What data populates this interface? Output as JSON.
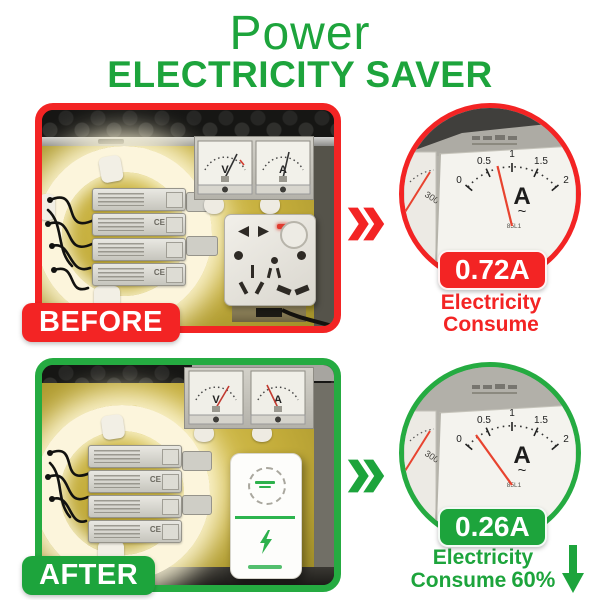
{
  "title": {
    "line1": "Power",
    "line2": "ELECTRICITY SAVER"
  },
  "colors": {
    "red": "#f32424",
    "green": "#1da43c"
  },
  "before": {
    "label": "BEFORE",
    "badge": "0.72A",
    "caption_line1": "Electricity",
    "caption_line2": "Consume"
  },
  "after": {
    "label": "AFTER",
    "badge": "0.26A",
    "caption_line1": "Electricity",
    "caption_line2": "Consume",
    "caption_percent": "60%"
  },
  "meter_closeup": {
    "ticks": [
      "0",
      "0.5",
      "1",
      "1.5",
      "2"
    ],
    "unit": "A",
    "wave": "~",
    "model": "85L1",
    "side_scale": "300"
  },
  "photo": {
    "voltmeter_label": "V",
    "ammeter_label": "A",
    "ce_mark": "CE"
  }
}
